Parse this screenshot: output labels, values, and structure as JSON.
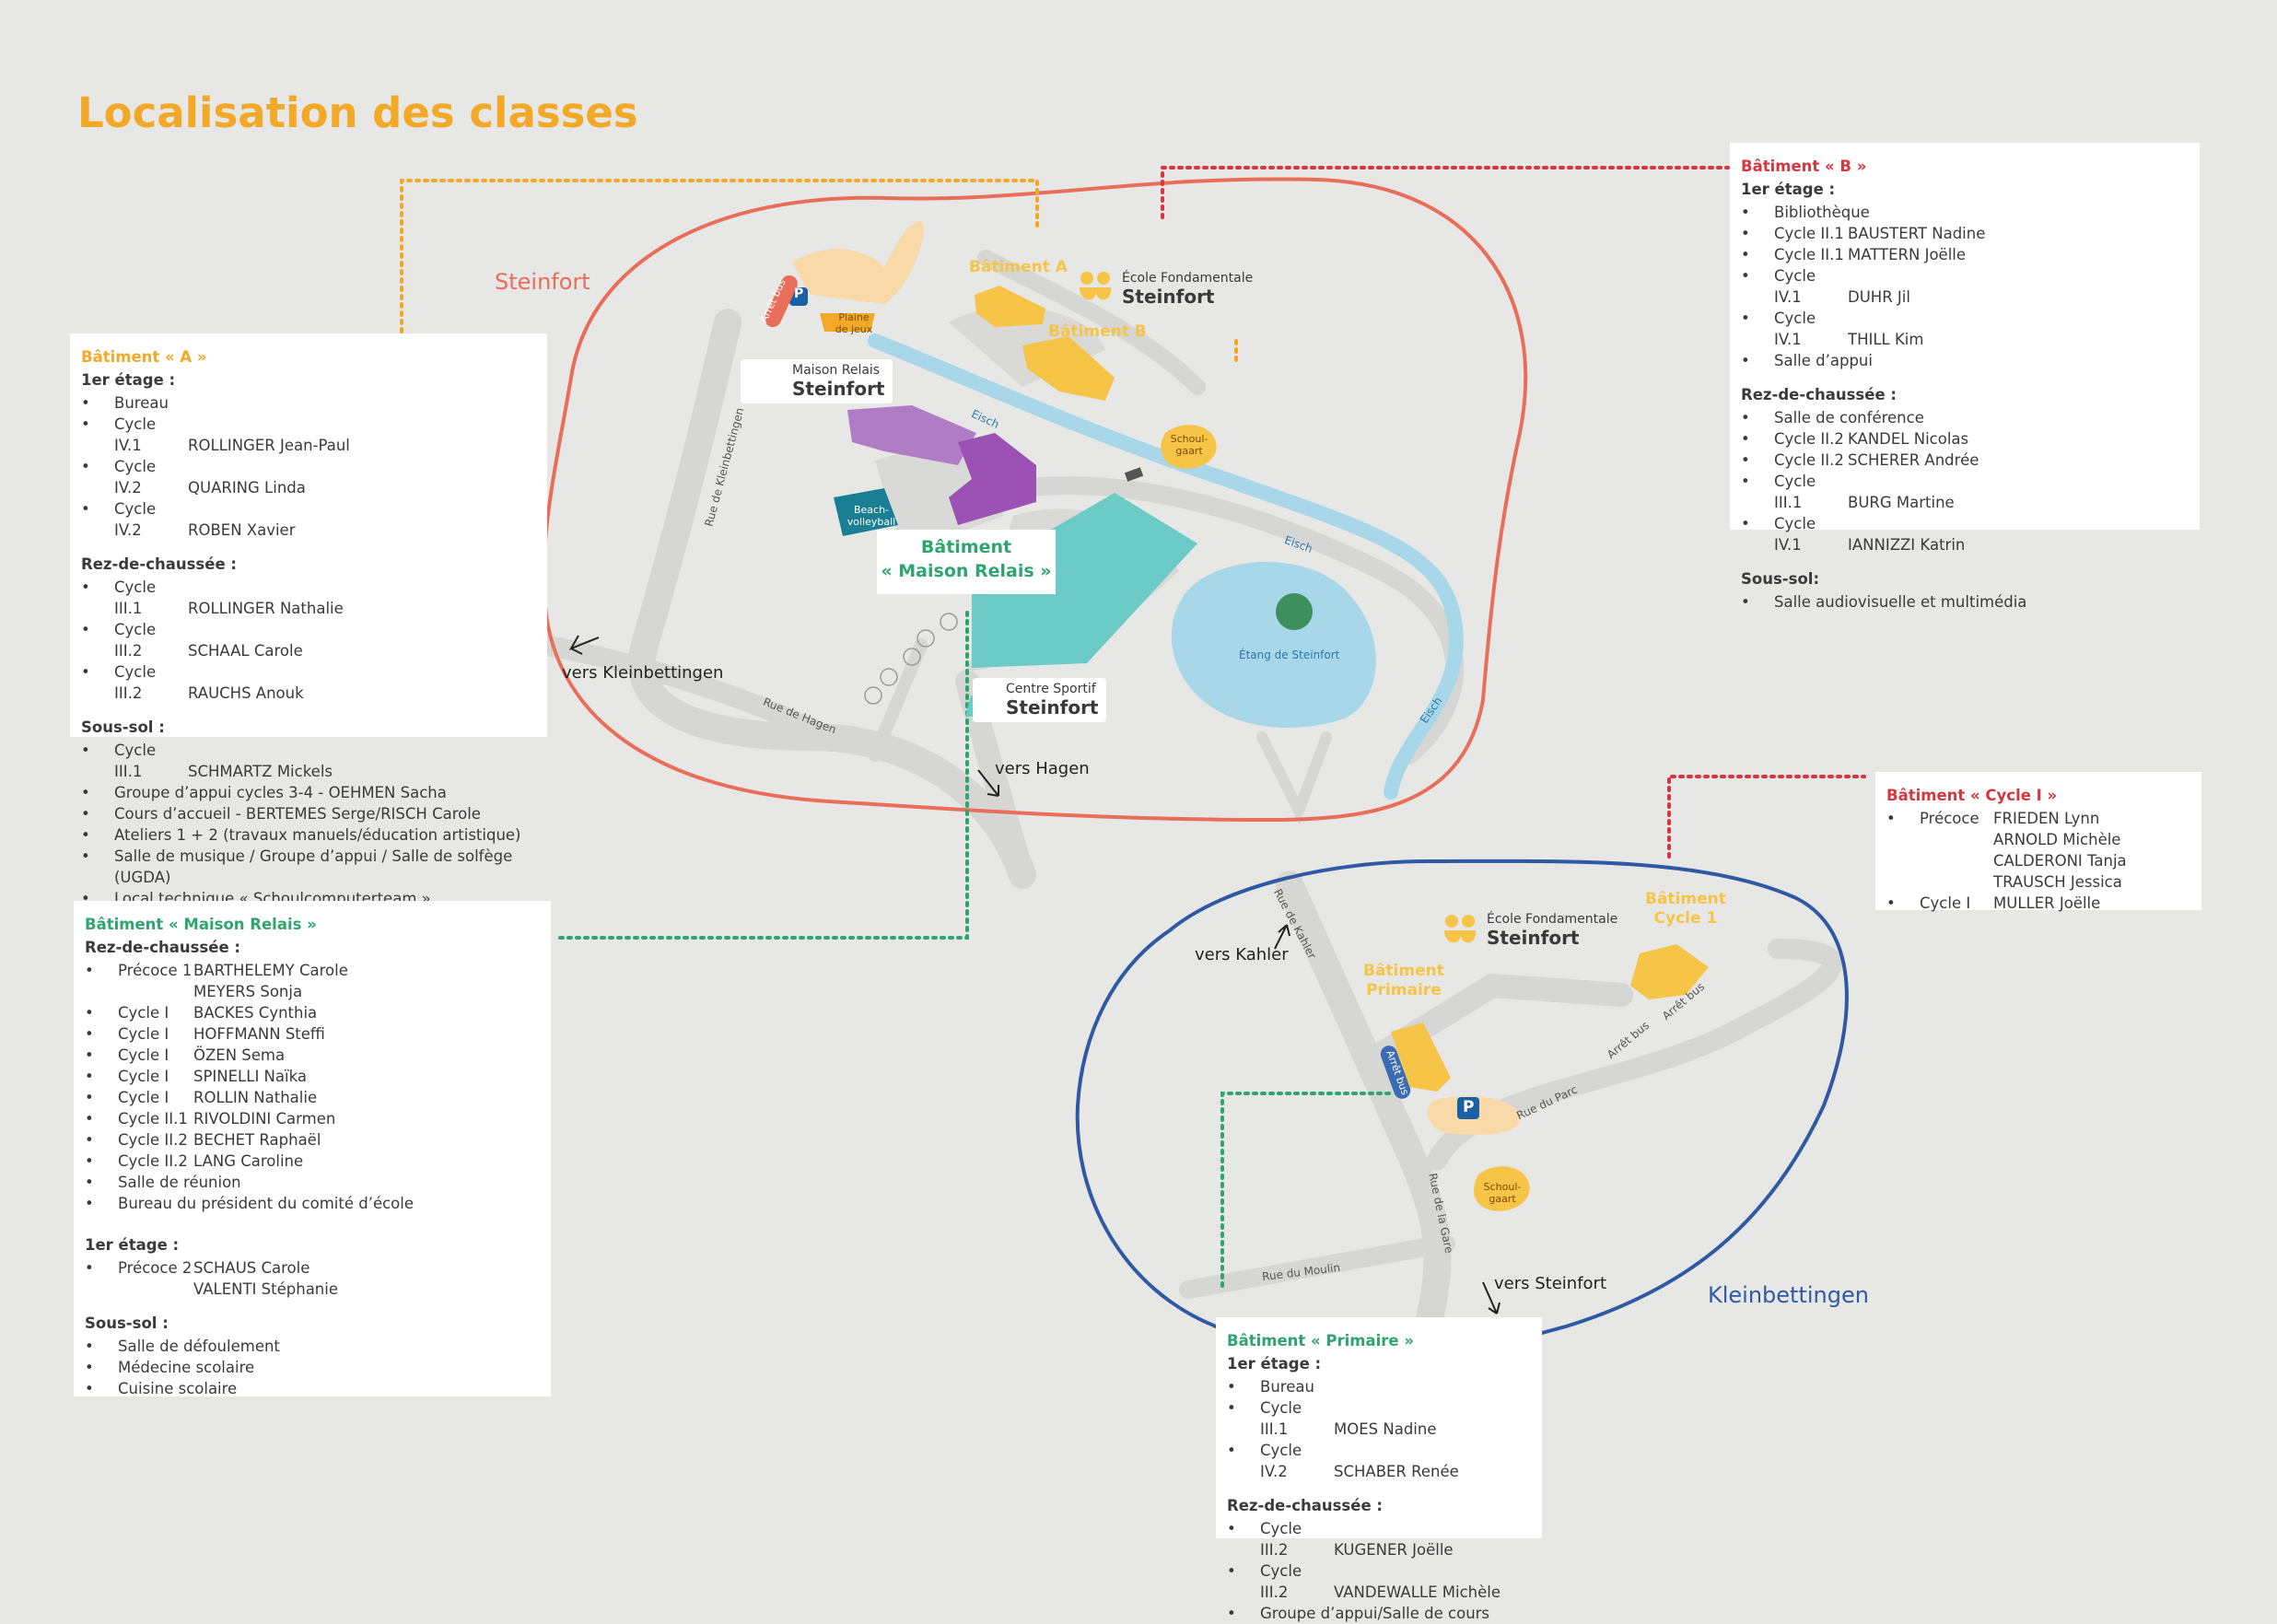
{
  "title": "Localisation des classes",
  "colors": {
    "title": "#f3a928",
    "steinfort_outline": "#e86e5a",
    "kleinbettingen_outline": "#2f5aa3",
    "maison_relais": "#2ea56f",
    "batiment_b": "#d6363f",
    "batiment_a": "#f3a928",
    "sports": "#6ccbc6",
    "water": "#a9d7ea",
    "purple": "#9b52b4"
  },
  "icons": [
    "school-people-icon",
    "maison-relais-icon",
    "parking-icon",
    "centre-sportif-icon",
    "arrow-icon",
    "tree-icon"
  ],
  "map": {
    "towns": {
      "steinfort": "Steinfort",
      "kleinbettingen": "Kleinbettingen"
    },
    "ecole1": {
      "small": "École Fondamentale",
      "big": "Steinfort"
    },
    "ecole2": {
      "small": "École Fondamentale",
      "big": "Steinfort"
    },
    "maison_relais_logo": {
      "small": "Maison Relais",
      "big": "Steinfort"
    },
    "centre_sportif": {
      "small": "Centre Sportif",
      "big": "Steinfort"
    },
    "batiment_a": "Bâtiment A",
    "batiment_b": "Bâtiment B",
    "batiment_mr_line1": "Bâtiment",
    "batiment_mr_line2": "« Maison Relais »",
    "batiment_cycle1_line1": "Bâtiment",
    "batiment_cycle1_line2": "Cycle 1",
    "batiment_primaire_line1": "Bâtiment",
    "batiment_primaire_line2": "Primaire",
    "plaine": "Plaine de jeux",
    "schoulgaart1": "Schoul-gaart",
    "schoulgaart2": "Schoul-gaart",
    "beach": "Beach-volleyball",
    "etang": "Étang de Steinfort",
    "eisch1": "Eisch",
    "eisch2": "Eisch",
    "eisch3": "Eisch",
    "arret1": "Arrêt bus",
    "arret2": "Arrêt bus",
    "arret3": "Arrêt bus",
    "arret4": "Arrêt bus",
    "parking": "P",
    "streets": {
      "kleinbettingen": "Rue de Kleinbettingen",
      "hagen": "Rue de Hagen",
      "kahler": "Rue de Kahler",
      "gare": "Rue de la Gare",
      "moulin": "Rue du Moulin",
      "parc": "Rue du Parc"
    },
    "dirs": {
      "kleinbettingen": "vers Kleinbettingen",
      "hagen": "vers Hagen",
      "kahler": "vers Kahler",
      "steinfort": "vers Steinfort"
    }
  },
  "box_a": {
    "title": "Bâtiment « A »",
    "s1": "1er étage :",
    "s1_items": [
      {
        "c": "Bureau",
        "n": ""
      },
      {
        "c": "Cycle IV.1",
        "n": "ROLLINGER Jean-Paul"
      },
      {
        "c": "Cycle IV.2",
        "n": "QUARING Linda"
      },
      {
        "c": "Cycle IV.2",
        "n": "ROBEN Xavier"
      }
    ],
    "s2": "Rez-de-chaussée :",
    "s2_items": [
      {
        "c": "Cycle III.1",
        "n": "ROLLINGER Nathalie"
      },
      {
        "c": "Cycle III.2",
        "n": "SCHAAL Carole"
      },
      {
        "c": "Cycle III.2",
        "n": "RAUCHS Anouk"
      }
    ],
    "s3": "Sous-sol :",
    "s3_items": [
      {
        "c": "Cycle III.1",
        "n": "SCHMARTZ Mickels"
      },
      {
        "c": "Groupe d’appui cycles 3-4 - OEHMEN Sacha",
        "n": ""
      },
      {
        "c": "Cours d’accueil - BERTEMES Serge/RISCH Carole",
        "n": ""
      },
      {
        "c": "Ateliers 1 + 2 (travaux manuels/éducation artistique)",
        "n": ""
      },
      {
        "c": "Salle de musique / Groupe d’appui / Salle de solfège (UGDA)",
        "n": ""
      },
      {
        "c": "Local technique « Schoulcomputerteam »",
        "n": ""
      }
    ]
  },
  "box_b": {
    "title": "Bâtiment « B »",
    "s1": "1er étage :",
    "s1_items": [
      {
        "c": "Bibliothèque",
        "n": ""
      },
      {
        "c": "Cycle II.1",
        "n": "BAUSTERT Nadine"
      },
      {
        "c": "Cycle II.1",
        "n": "MATTERN Joëlle"
      },
      {
        "c": "Cycle IV.1",
        "n": "DUHR Jil"
      },
      {
        "c": "Cycle IV.1",
        "n": "THILL Kim"
      },
      {
        "c": "Salle d’appui",
        "n": ""
      }
    ],
    "s2": "Rez-de-chaussée :",
    "s2_items": [
      {
        "c": "Salle de conférence",
        "n": ""
      },
      {
        "c": "Cycle II.2",
        "n": "KANDEL Nicolas"
      },
      {
        "c": "Cycle II.2",
        "n": "SCHERER Andrée"
      },
      {
        "c": "Cycle III.1",
        "n": "BURG Martine"
      },
      {
        "c": "Cycle IV.1",
        "n": "IANNIZZI Katrin"
      }
    ],
    "s3": "Sous-sol:",
    "s3_items": [
      {
        "c": "Salle audiovisuelle et multimédia",
        "n": ""
      }
    ]
  },
  "box_cycle1": {
    "title": "Bâtiment « Cycle I »",
    "items": [
      {
        "c": "Précoce",
        "n": "FRIEDEN Lynn",
        "more": [
          "ARNOLD Michèle",
          "CALDERONI Tanja",
          "TRAUSCH Jessica"
        ]
      },
      {
        "c": "Cycle I",
        "n": "MULLER Joëlle",
        "more": []
      }
    ]
  },
  "box_mr": {
    "title": "Bâtiment « Maison Relais »",
    "s1": "Rez-de-chaussée :",
    "s1_items": [
      {
        "c": "Précoce 1",
        "n": "BARTHELEMY Carole",
        "more": [
          "MEYERS Sonja"
        ]
      },
      {
        "c": "Cycle I",
        "n": "BACKES Cynthia",
        "more": []
      },
      {
        "c": "Cycle I",
        "n": "HOFFMANN Steffi",
        "more": []
      },
      {
        "c": "Cycle I",
        "n": "ÖZEN Sema",
        "more": []
      },
      {
        "c": "Cycle I",
        "n": "SPINELLI Naïka",
        "more": []
      },
      {
        "c": "Cycle I",
        "n": "ROLLIN Nathalie",
        "more": []
      },
      {
        "c": "Cycle II.1",
        "n": "RIVOLDINI Carmen",
        "more": []
      },
      {
        "c": "Cycle II.2",
        "n": "BECHET Raphaël",
        "more": []
      },
      {
        "c": "Cycle II.2",
        "n": "LANG Caroline",
        "more": []
      },
      {
        "c": "Salle de réunion",
        "n": "",
        "more": []
      },
      {
        "c": "Bureau du président du comité d’école",
        "n": "",
        "more": []
      }
    ],
    "s2": "1er étage :",
    "s2_items": [
      {
        "c": "Précoce 2",
        "n": "SCHAUS Carole",
        "more": [
          "VALENTI Stéphanie"
        ]
      }
    ],
    "s3": "Sous-sol :",
    "s3_items": [
      {
        "c": "Salle de défoulement",
        "n": "",
        "more": []
      },
      {
        "c": "Médecine scolaire",
        "n": "",
        "more": []
      },
      {
        "c": "Cuisine scolaire",
        "n": "",
        "more": []
      }
    ]
  },
  "box_primaire": {
    "title": "Bâtiment « Primaire »",
    "s1": "1er étage :",
    "s1_items": [
      {
        "c": "Bureau",
        "n": ""
      },
      {
        "c": "Cycle III.1",
        "n": "MOES Nadine"
      },
      {
        "c": "Cycle IV.2",
        "n": "SCHABER Renée"
      }
    ],
    "s2": "Rez-de-chaussée :",
    "s2_items": [
      {
        "c": "Cycle III.2",
        "n": "KUGENER Joëlle"
      },
      {
        "c": "Cycle III.2",
        "n": "VANDEWALLE Michèle"
      },
      {
        "c": "Groupe d’appui/Salle de cours",
        "n": ""
      }
    ]
  }
}
